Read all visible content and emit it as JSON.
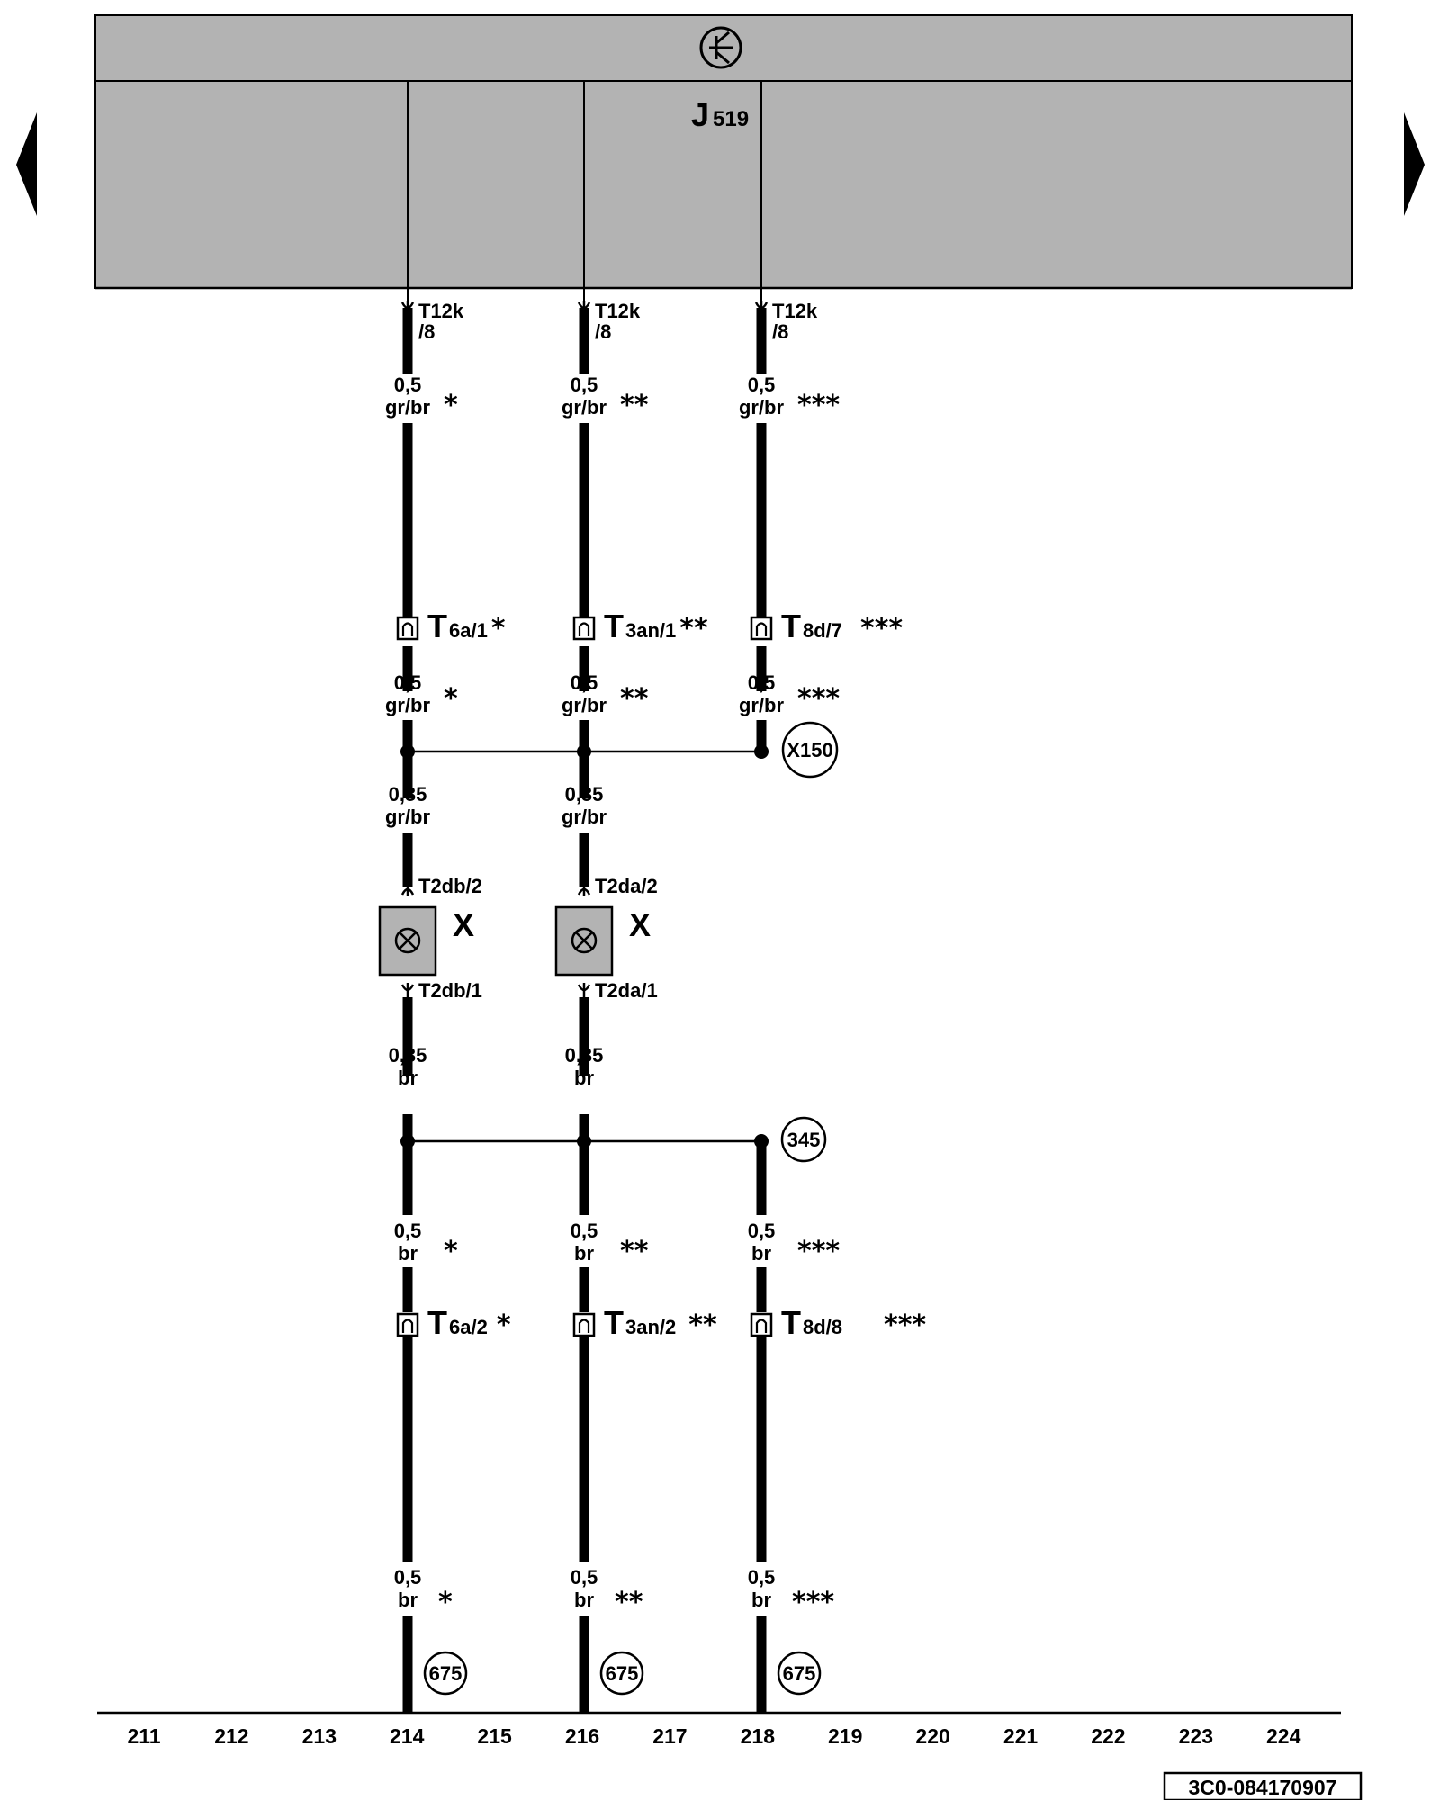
{
  "module": {
    "name": "J",
    "name_sub": "519",
    "symbol": "ground-transistor-icon",
    "fill_color": "#b3b3b3"
  },
  "nav": {
    "prev": "previous-page-arrow-icon",
    "next": "next-page-arrow-icon"
  },
  "columns": [
    {
      "top_connector": "T12k",
      "top_pin": "/8",
      "wire1_size": "0,5",
      "wire1_color": "gr/br",
      "mark": "*",
      "plug1_name": "T",
      "plug1_sub": "6a/1",
      "plug1_mark": "*",
      "wire2_size": "0,5",
      "wire2_color": "gr/br",
      "wire3_size": "0,35",
      "wire3_color": "gr/br",
      "bulb_top_pin": "T2db/2",
      "bulb_label": "X",
      "bulb_bottom_pin": "T2db/1",
      "wire4_size": "0,35",
      "wire4_color": "br",
      "wire5_size": "0,5",
      "wire5_color": "br",
      "plug2_name": "T",
      "plug2_sub": "6a/2",
      "plug2_mark": "*",
      "wire6_size": "0,5",
      "wire6_color": "br",
      "ref": "675"
    },
    {
      "top_connector": "T12k",
      "top_pin": "/8",
      "wire1_size": "0,5",
      "wire1_color": "gr/br",
      "mark": "**",
      "plug1_name": "T",
      "plug1_sub": "3an/1",
      "plug1_mark": "**",
      "wire2_size": "0,5",
      "wire2_color": "gr/br",
      "wire3_size": "0,35",
      "wire3_color": "gr/br",
      "bulb_top_pin": "T2da/2",
      "bulb_label": "X",
      "bulb_bottom_pin": "T2da/1",
      "wire4_size": "0,35",
      "wire4_color": "br",
      "wire5_size": "0,5",
      "wire5_color": "br",
      "plug2_name": "T",
      "plug2_sub": "3an/2",
      "plug2_mark": "**",
      "wire6_size": "0,5",
      "wire6_color": "br",
      "ref": "675"
    },
    {
      "top_connector": "T12k",
      "top_pin": "/8",
      "wire1_size": "0,5",
      "wire1_color": "gr/br",
      "mark": "***",
      "plug1_name": "T",
      "plug1_sub": "8d/7",
      "plug1_mark": "***",
      "wire2_size": "0,5",
      "wire2_color": "gr/br",
      "wire5_size": "0,5",
      "wire5_color": "br",
      "plug2_name": "T",
      "plug2_sub": "8d/8",
      "plug2_mark": "***",
      "wire6_size": "0,5",
      "wire6_color": "br",
      "ref": "675"
    }
  ],
  "junctions": {
    "upper": "X150",
    "lower": "345"
  },
  "axis": [
    "211",
    "212",
    "213",
    "214",
    "215",
    "216",
    "217",
    "218",
    "219",
    "220",
    "221",
    "222",
    "223",
    "224"
  ],
  "document_code": "3C0-084170907"
}
